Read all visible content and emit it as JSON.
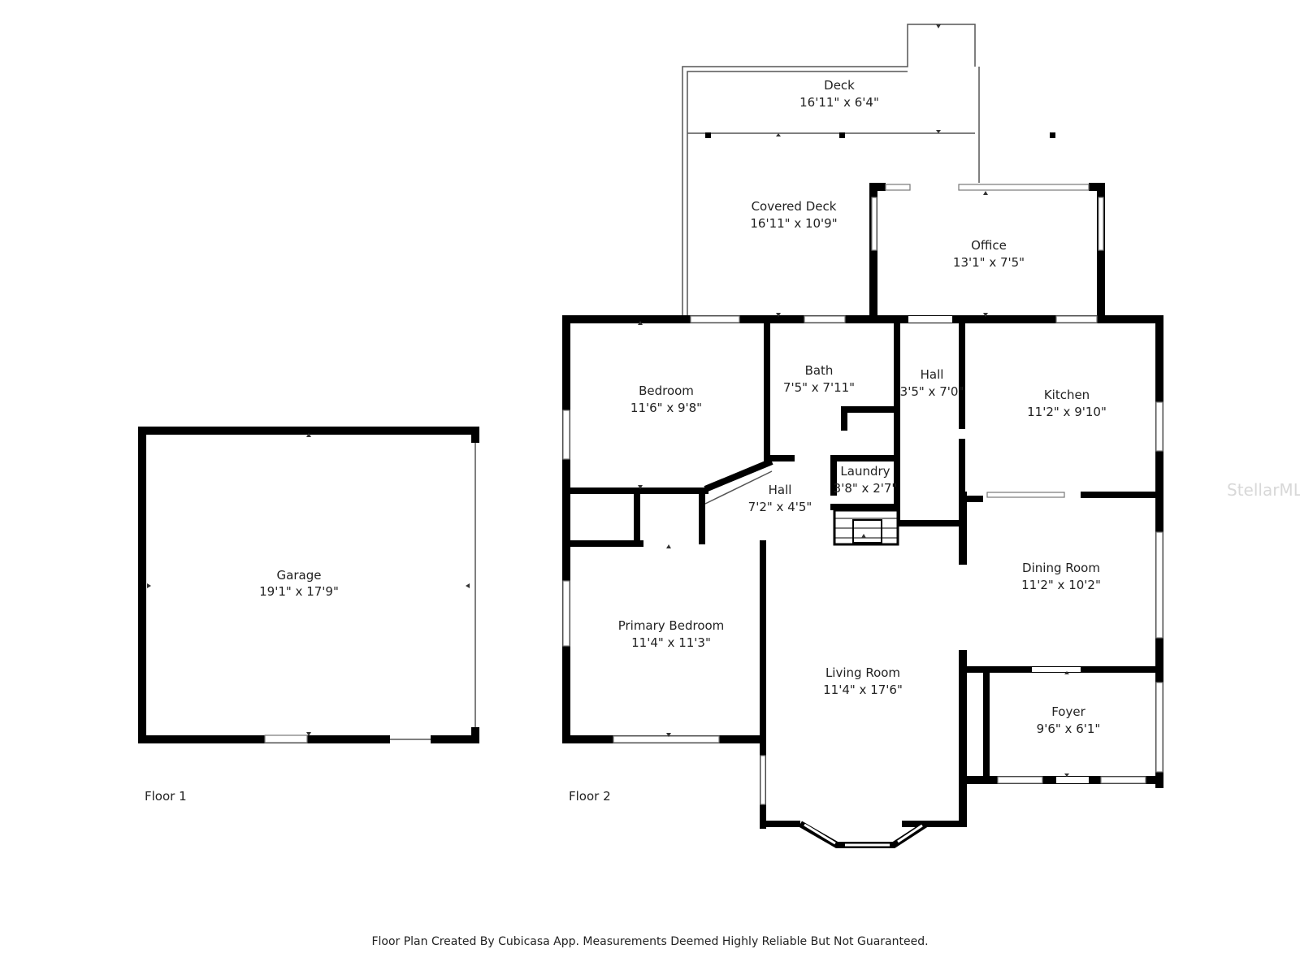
{
  "rooms": {
    "garage": {
      "name": "Garage",
      "dims": "19'1\" x 17'9\""
    },
    "deck": {
      "name": "Deck",
      "dims": "16'11\" x 6'4\""
    },
    "covered_deck": {
      "name": "Covered Deck",
      "dims": "16'11\" x 10'9\""
    },
    "office": {
      "name": "Office",
      "dims": "13'1\" x 7'5\""
    },
    "bedroom": {
      "name": "Bedroom",
      "dims": "11'6\" x 9'8\""
    },
    "bath": {
      "name": "Bath",
      "dims": "7'5\" x 7'11\""
    },
    "hall_upper": {
      "name": "Hall",
      "dims": "3'5\" x 7'0\""
    },
    "kitchen": {
      "name": "Kitchen",
      "dims": "11'2\" x 9'10\""
    },
    "laundry": {
      "name": "Laundry",
      "dims": "3'8\" x 2'7\""
    },
    "hall_lower": {
      "name": "Hall",
      "dims": "7'2\" x 4'5\""
    },
    "dining_room": {
      "name": "Dining Room",
      "dims": "11'2\" x 10'2\""
    },
    "primary_bedroom": {
      "name": "Primary Bedroom",
      "dims": "11'4\" x 11'3\""
    },
    "living_room": {
      "name": "Living Room",
      "dims": "11'4\" x 17'6\""
    },
    "foyer": {
      "name": "Foyer",
      "dims": "9'6\" x 6'1\""
    }
  },
  "floors": {
    "floor1": "Floor 1",
    "floor2": "Floor 2"
  },
  "footer": "Floor Plan Created By Cubicasa App. Measurements Deemed Highly Reliable But Not Guaranteed.",
  "watermark": "StellarMLS",
  "colors": {
    "wall": "#000000",
    "background": "#ffffff",
    "watermark": "#d8d8d8"
  }
}
